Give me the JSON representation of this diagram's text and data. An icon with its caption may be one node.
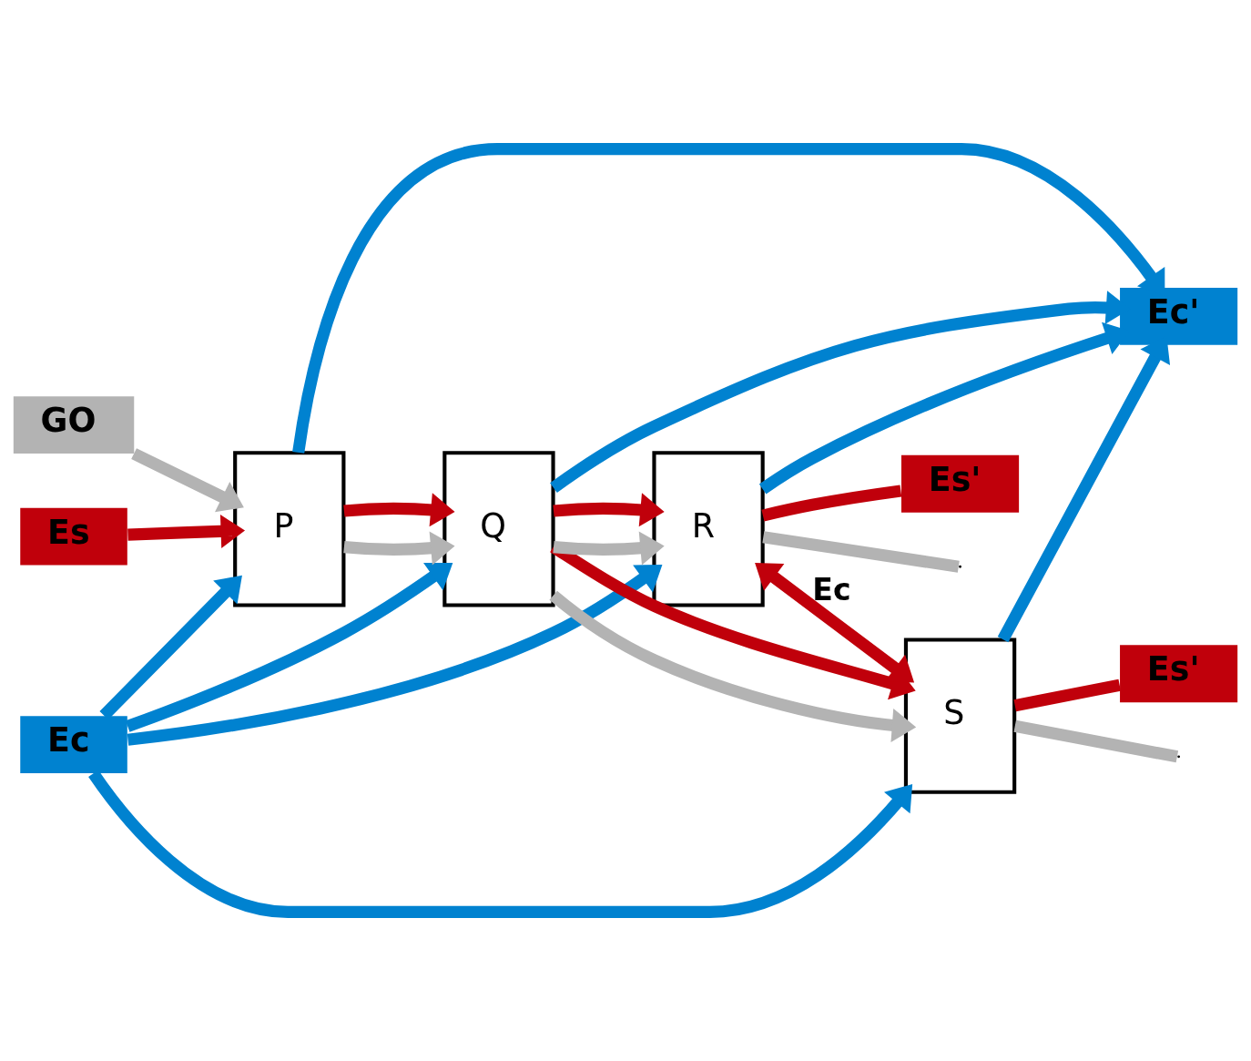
{
  "diagram": {
    "nodes": [
      {
        "text": [
          "Ec"
        ]
      },
      {
        "text": [
          "GO"
        ]
      },
      {
        "text": [
          "Es"
        ]
      },
      {
        "text": [
          "P"
        ]
      },
      {
        "text": [
          "Q"
        ]
      },
      {
        "text": [
          "S"
        ]
      },
      {
        "text": [
          "Es'"
        ]
      },
      {
        "text": [
          "R"
        ]
      },
      {
        "text": [
          "Es'"
        ]
      },
      {
        "text": [
          "Ec'"
        ]
      }
    ],
    "edges": [
      {
        "from": 0,
        "to": 3,
        "arrow": "to",
        "color": "#0082d0"
      },
      {
        "from": 0,
        "to": 4,
        "arrow": "to",
        "color": "#0082d0"
      },
      {
        "from": 0,
        "to": 7,
        "arrow": "to",
        "color": "#0082d0"
      },
      {
        "from": 0,
        "to": 5,
        "arrow": "to",
        "color": "#0082d0"
      },
      {
        "from": 1,
        "to": 3,
        "arrow": "to",
        "color": "#b3b3b3"
      },
      {
        "from": 2,
        "to": 3,
        "arrow": "to",
        "color": "#c0000b"
      },
      {
        "from": 3,
        "to": 4,
        "arrow": "to",
        "color": "#b3b3b3"
      },
      {
        "from": 3,
        "to": 4,
        "arrow": "to",
        "color": "#c0000b"
      },
      {
        "from": 4,
        "to": 5,
        "arrow": "to",
        "color": "#b3b3b3"
      },
      {
        "from": 4,
        "to": 7,
        "arrow": "to",
        "color": "#b3b3b3"
      },
      {
        "from": 4,
        "to": 5,
        "arrow": "to",
        "color": "#c0000b"
      },
      {
        "from": 4,
        "to": 7,
        "arrow": "to",
        "color": "#c0000b"
      },
      {
        "from": 5,
        "to": null,
        "arrow": "none",
        "color": "#b3b3b3"
      },
      {
        "from": 5,
        "to": 6,
        "arrow": "none",
        "color": "#c0000b"
      },
      {
        "from": 7,
        "to": 5,
        "label": "Ec",
        "arrow": "both",
        "color": "#c0000b"
      },
      {
        "from": 7,
        "to": null,
        "arrow": "none",
        "color": "#b3b3b3"
      },
      {
        "from": 7,
        "to": 8,
        "arrow": "none",
        "color": "#c0000b"
      },
      {
        "from": 3,
        "to": 9,
        "arrow": "to",
        "color": "#0082d0"
      },
      {
        "from": 4,
        "to": 9,
        "arrow": "to",
        "color": "#0082d0"
      },
      {
        "from": 7,
        "to": 9,
        "arrow": "to",
        "color": "#0082d0"
      },
      {
        "from": 5,
        "to": 9,
        "arrow": "to",
        "color": "#0082d0"
      }
    ]
  }
}
